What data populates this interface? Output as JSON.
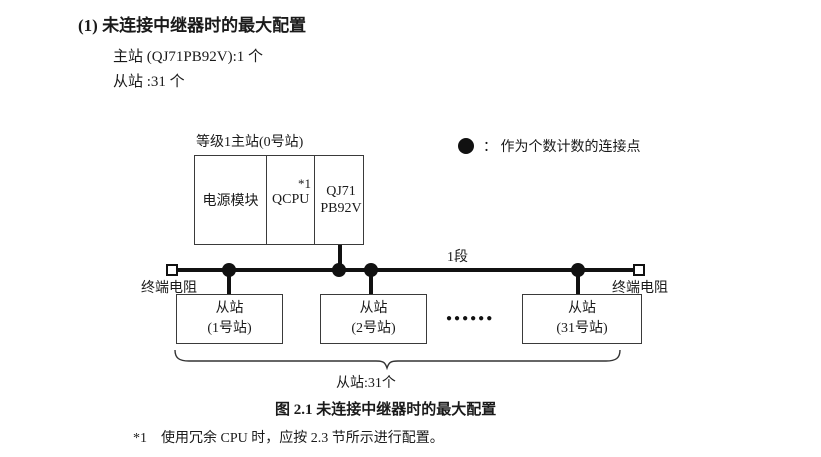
{
  "colors": {
    "ink": "#1a1a1a",
    "line": "#111111",
    "border": "#3a3a3a",
    "background": "#ffffff"
  },
  "header": {
    "heading": "(1) 未连接中继器时的最大配置",
    "master_count_line": "主站 (QJ71PB92V):1 个",
    "slave_count_line": "从站 :31 个"
  },
  "legend": {
    "dot_icon": "filled-circle",
    "text": "： 作为个数计数的连接点"
  },
  "diagram": {
    "master_label": "等级1主站(0号站)",
    "master_cells": {
      "power": "电源模块",
      "cpu": "QCPU",
      "cpu_note": "*1",
      "module_line1": "QJ71",
      "module_line2": "PB92V"
    },
    "segment_label": "1段",
    "terminator_left_label": "终端电阻",
    "terminator_right_label": "终端电阻",
    "slaves": [
      {
        "line1": "从站",
        "line2": "(1号站)"
      },
      {
        "line1": "从站",
        "line2": "(2号站)"
      },
      {
        "line1": "从站",
        "line2": "(31号站)"
      }
    ],
    "ellipsis": "●●●●●●",
    "brace_label": "从站:31个"
  },
  "caption": "图 2.1 未连接中继器时的最大配置",
  "footnote": {
    "marker": "*1",
    "text": "使用冗余 CPU 时，应按 2.3 节所示进行配置。"
  }
}
